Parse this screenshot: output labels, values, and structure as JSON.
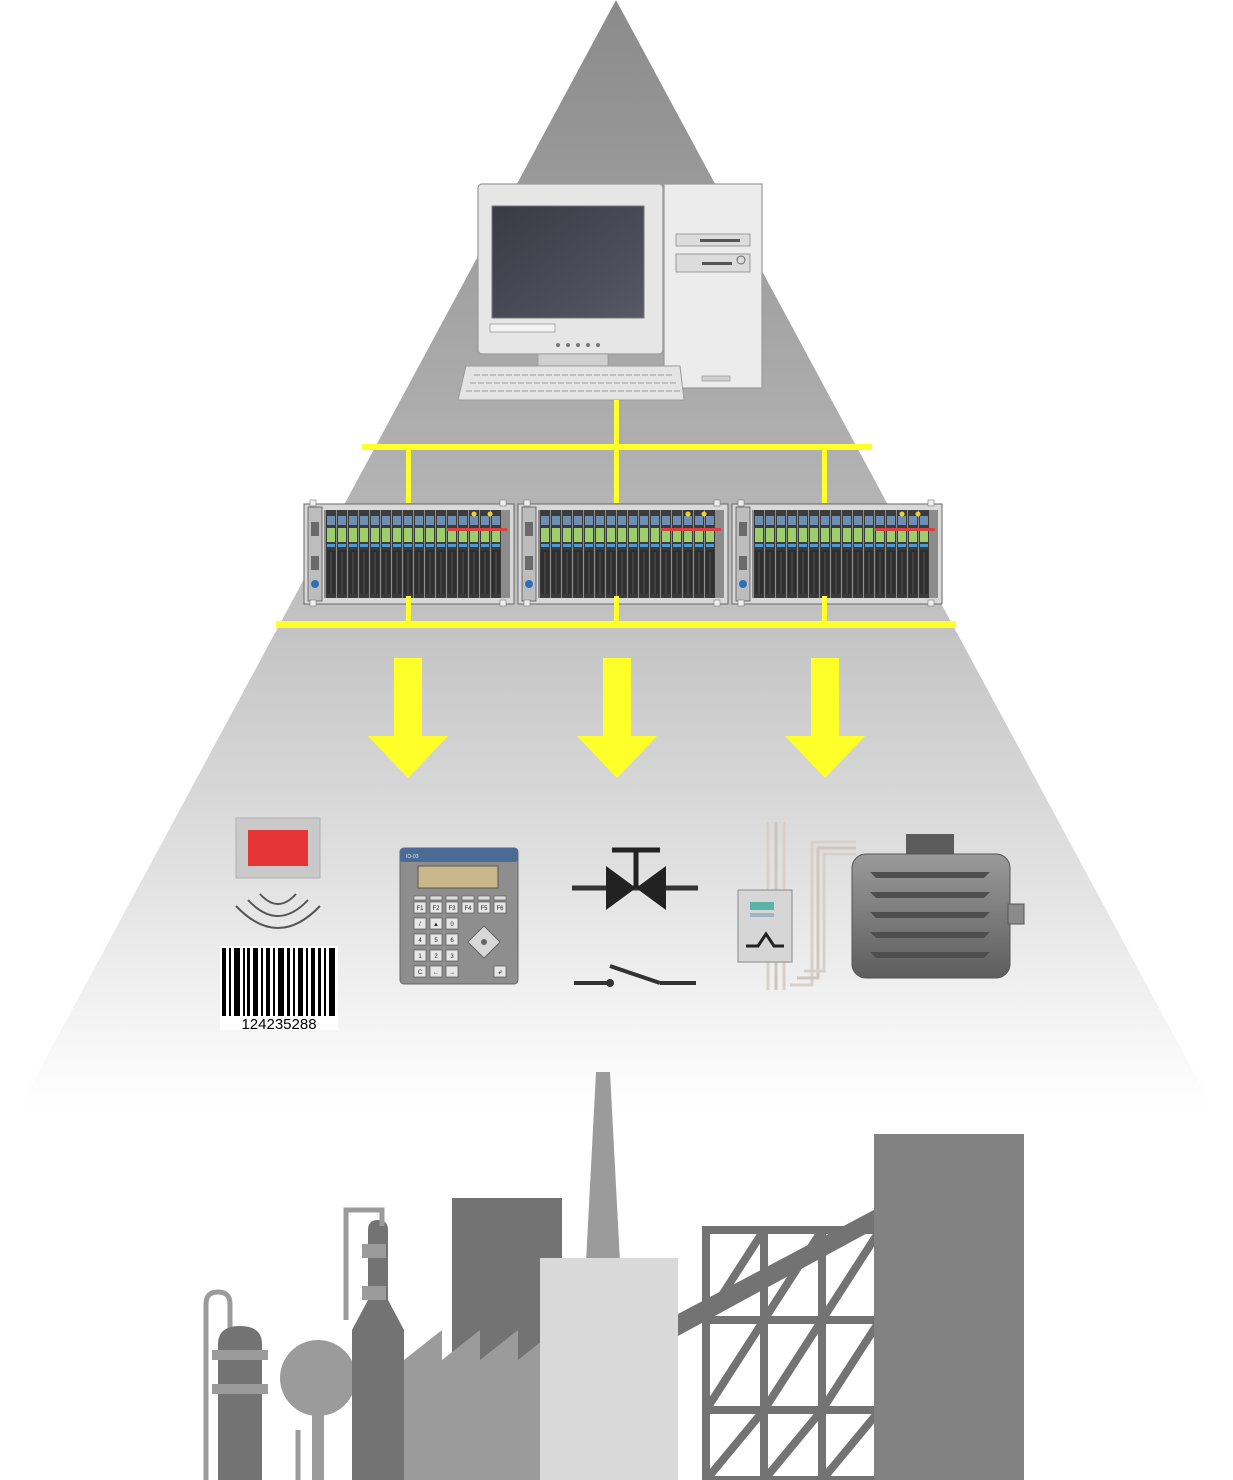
{
  "barcode": {
    "number": "124235288"
  },
  "operator_panel": {
    "brand": "IO-03",
    "function_keys": [
      "F1",
      "F2",
      "F3",
      "F4",
      "F5",
      "F6"
    ],
    "keypad": [
      "/",
      "▲",
      "0",
      "4",
      "5",
      "6",
      "1",
      "2",
      "3",
      "C",
      "←",
      "→",
      "↲"
    ]
  },
  "colors": {
    "bus": "#ffff2a",
    "pyramid_top": "#888888",
    "pyramid_bottom": "#ffffff",
    "factory_dark": "#737373",
    "factory_mid": "#9b9b9b",
    "factory_light": "#c8c8c8",
    "rfid_tag": "#e53535"
  },
  "icons": {
    "computer": "desktop-computer-icon",
    "io_racks": "io-rack-icon",
    "arrows": "down-arrow-icon",
    "rfid": "rfid-reader-icon",
    "barcode": "barcode-icon",
    "panel": "operator-panel-icon",
    "valve": "valve-icon",
    "switch": "switch-icon",
    "drive": "frequency-drive-icon",
    "motor": "electric-motor-icon",
    "factory": "factory-icon"
  }
}
